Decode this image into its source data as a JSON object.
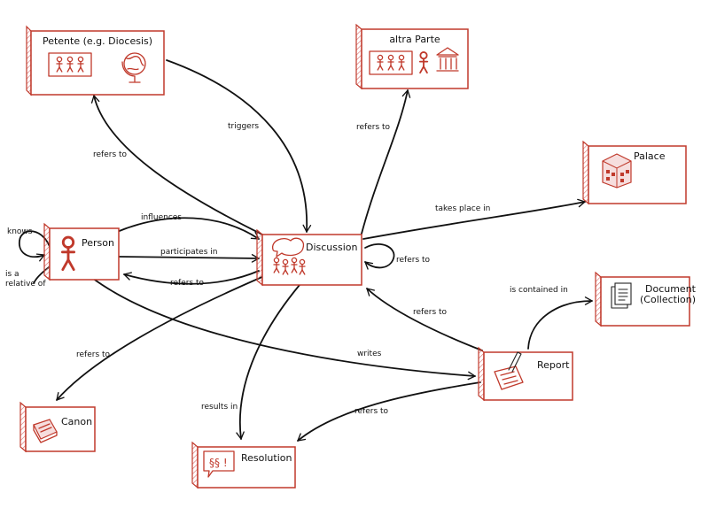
{
  "colors": {
    "box_border": "#c0392b",
    "box_hatch": "#e8a3a3",
    "edge": "#111111"
  },
  "nodes": {
    "petente": {
      "label": "Petente (e.g. Diocesis)",
      "icons": [
        "people-group-icon",
        "globe-icon"
      ]
    },
    "altra_parte": {
      "label": "altra Parte",
      "icons": [
        "people-group-icon",
        "person-icon",
        "institution-icon"
      ]
    },
    "palace": {
      "label": "Palace",
      "icons": [
        "building-icon"
      ]
    },
    "person": {
      "label": "Person",
      "icons": [
        "person-icon"
      ]
    },
    "discussion": {
      "label": "Discussion",
      "icons": [
        "discussion-group-icon"
      ]
    },
    "document": {
      "label": "Document (Collection)",
      "label_lines": [
        "Document",
        "(Collection)"
      ],
      "icons": [
        "document-stack-icon"
      ]
    },
    "report": {
      "label": "Report",
      "icons": [
        "writing-icon"
      ]
    },
    "canon": {
      "label": "Canon",
      "icons": [
        "book-icon"
      ]
    },
    "resolution": {
      "label": "Resolution",
      "icons": [
        "paragraph-sign-icon"
      ]
    }
  },
  "edges": {
    "petente_triggers_discussion": "triggers",
    "discussion_refers_to_petente": "refers to",
    "discussion_refers_to_altra": "refers to",
    "discussion_takes_place_in_palace": "takes place in",
    "person_influences_discussion": "influences",
    "person_participates_in_discussion": "participates in",
    "discussion_refers_to_person": "refers to",
    "discussion_refers_to_discussion": "refers to",
    "person_knows_person": "knows",
    "person_relative_of_person": "is a relative of",
    "person_relative_of_person_lines": [
      "is a",
      "relative of"
    ],
    "report_refers_to_discussion": "refers to",
    "report_contained_in_document": "is contained in",
    "person_writes_report": "writes",
    "discussion_refers_to_canon": "refers to",
    "discussion_results_in_resolution": "results in",
    "report_refers_to_resolution": "refers to"
  }
}
